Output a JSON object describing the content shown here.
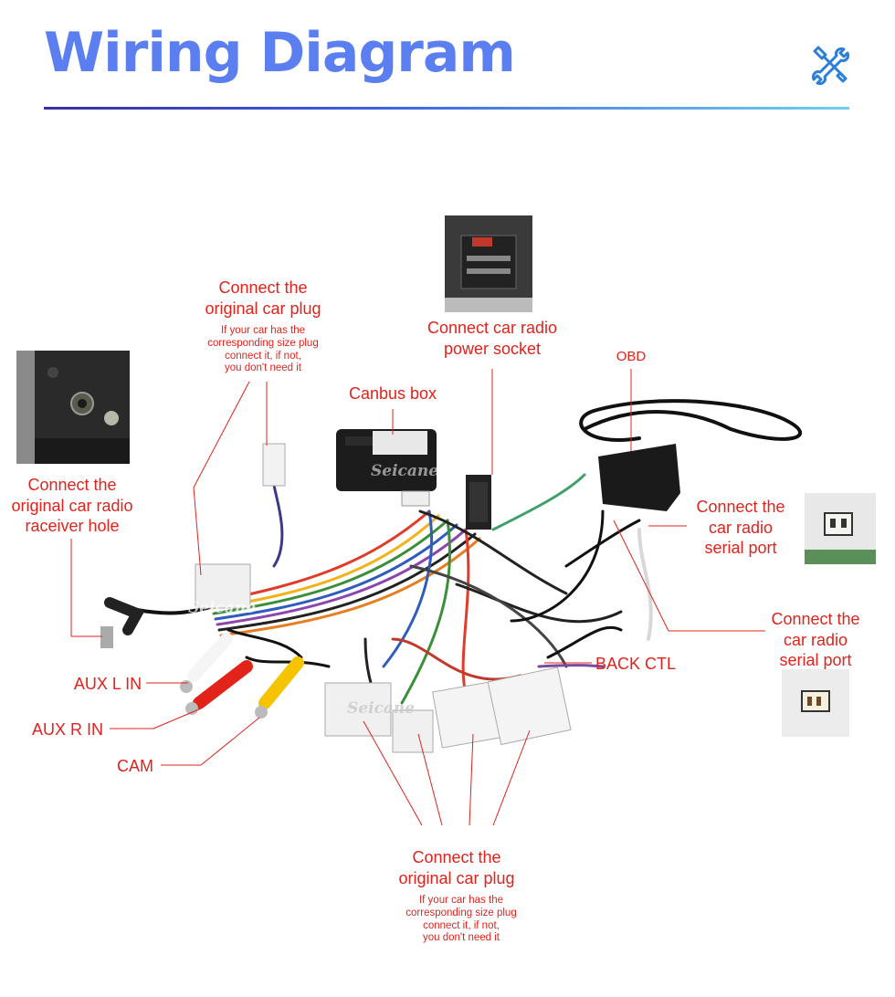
{
  "header": {
    "title": "Wiring Diagram",
    "icon": "tools-icon",
    "accent": "#5b7ff0"
  },
  "labels": {
    "orig_plug_top": {
      "line1": "Connect the",
      "line2": "original car plug"
    },
    "orig_plug_top_note": {
      "l1": "If your car has the",
      "l2": "corresponding size plug",
      "l3": "connect it, if not,",
      "l4": "you don't need it"
    },
    "power_socket": {
      "line1": "Connect car radio",
      "line2": "power socket"
    },
    "canbus": "Canbus box",
    "obd": "OBD",
    "receiver_hole": {
      "line1": "Connect the",
      "line2": "original car radio",
      "line3": "raceiver hole"
    },
    "serial1": {
      "line1": "Connect the",
      "line2": "car radio",
      "line3": "serial port"
    },
    "serial2": {
      "line1": "Connect the",
      "line2": "car radio",
      "line3": "serial port"
    },
    "back_ctl": "BACK CTL",
    "aux_l": "AUX L IN",
    "aux_r": "AUX R IN",
    "cam": "CAM",
    "orig_plug_bottom": {
      "line1": "Connect the",
      "line2": "original car plug"
    },
    "orig_plug_bottom_note": {
      "l1": "If your car has the",
      "l2": "corresponding size plug",
      "l3": "connect it, if not,",
      "l4": "you don't need it"
    }
  },
  "watermarks": [
    "Seicane",
    "Seicane",
    "Seicane"
  ],
  "colors": {
    "label": "#e0231c",
    "leader": "#e0231c"
  }
}
